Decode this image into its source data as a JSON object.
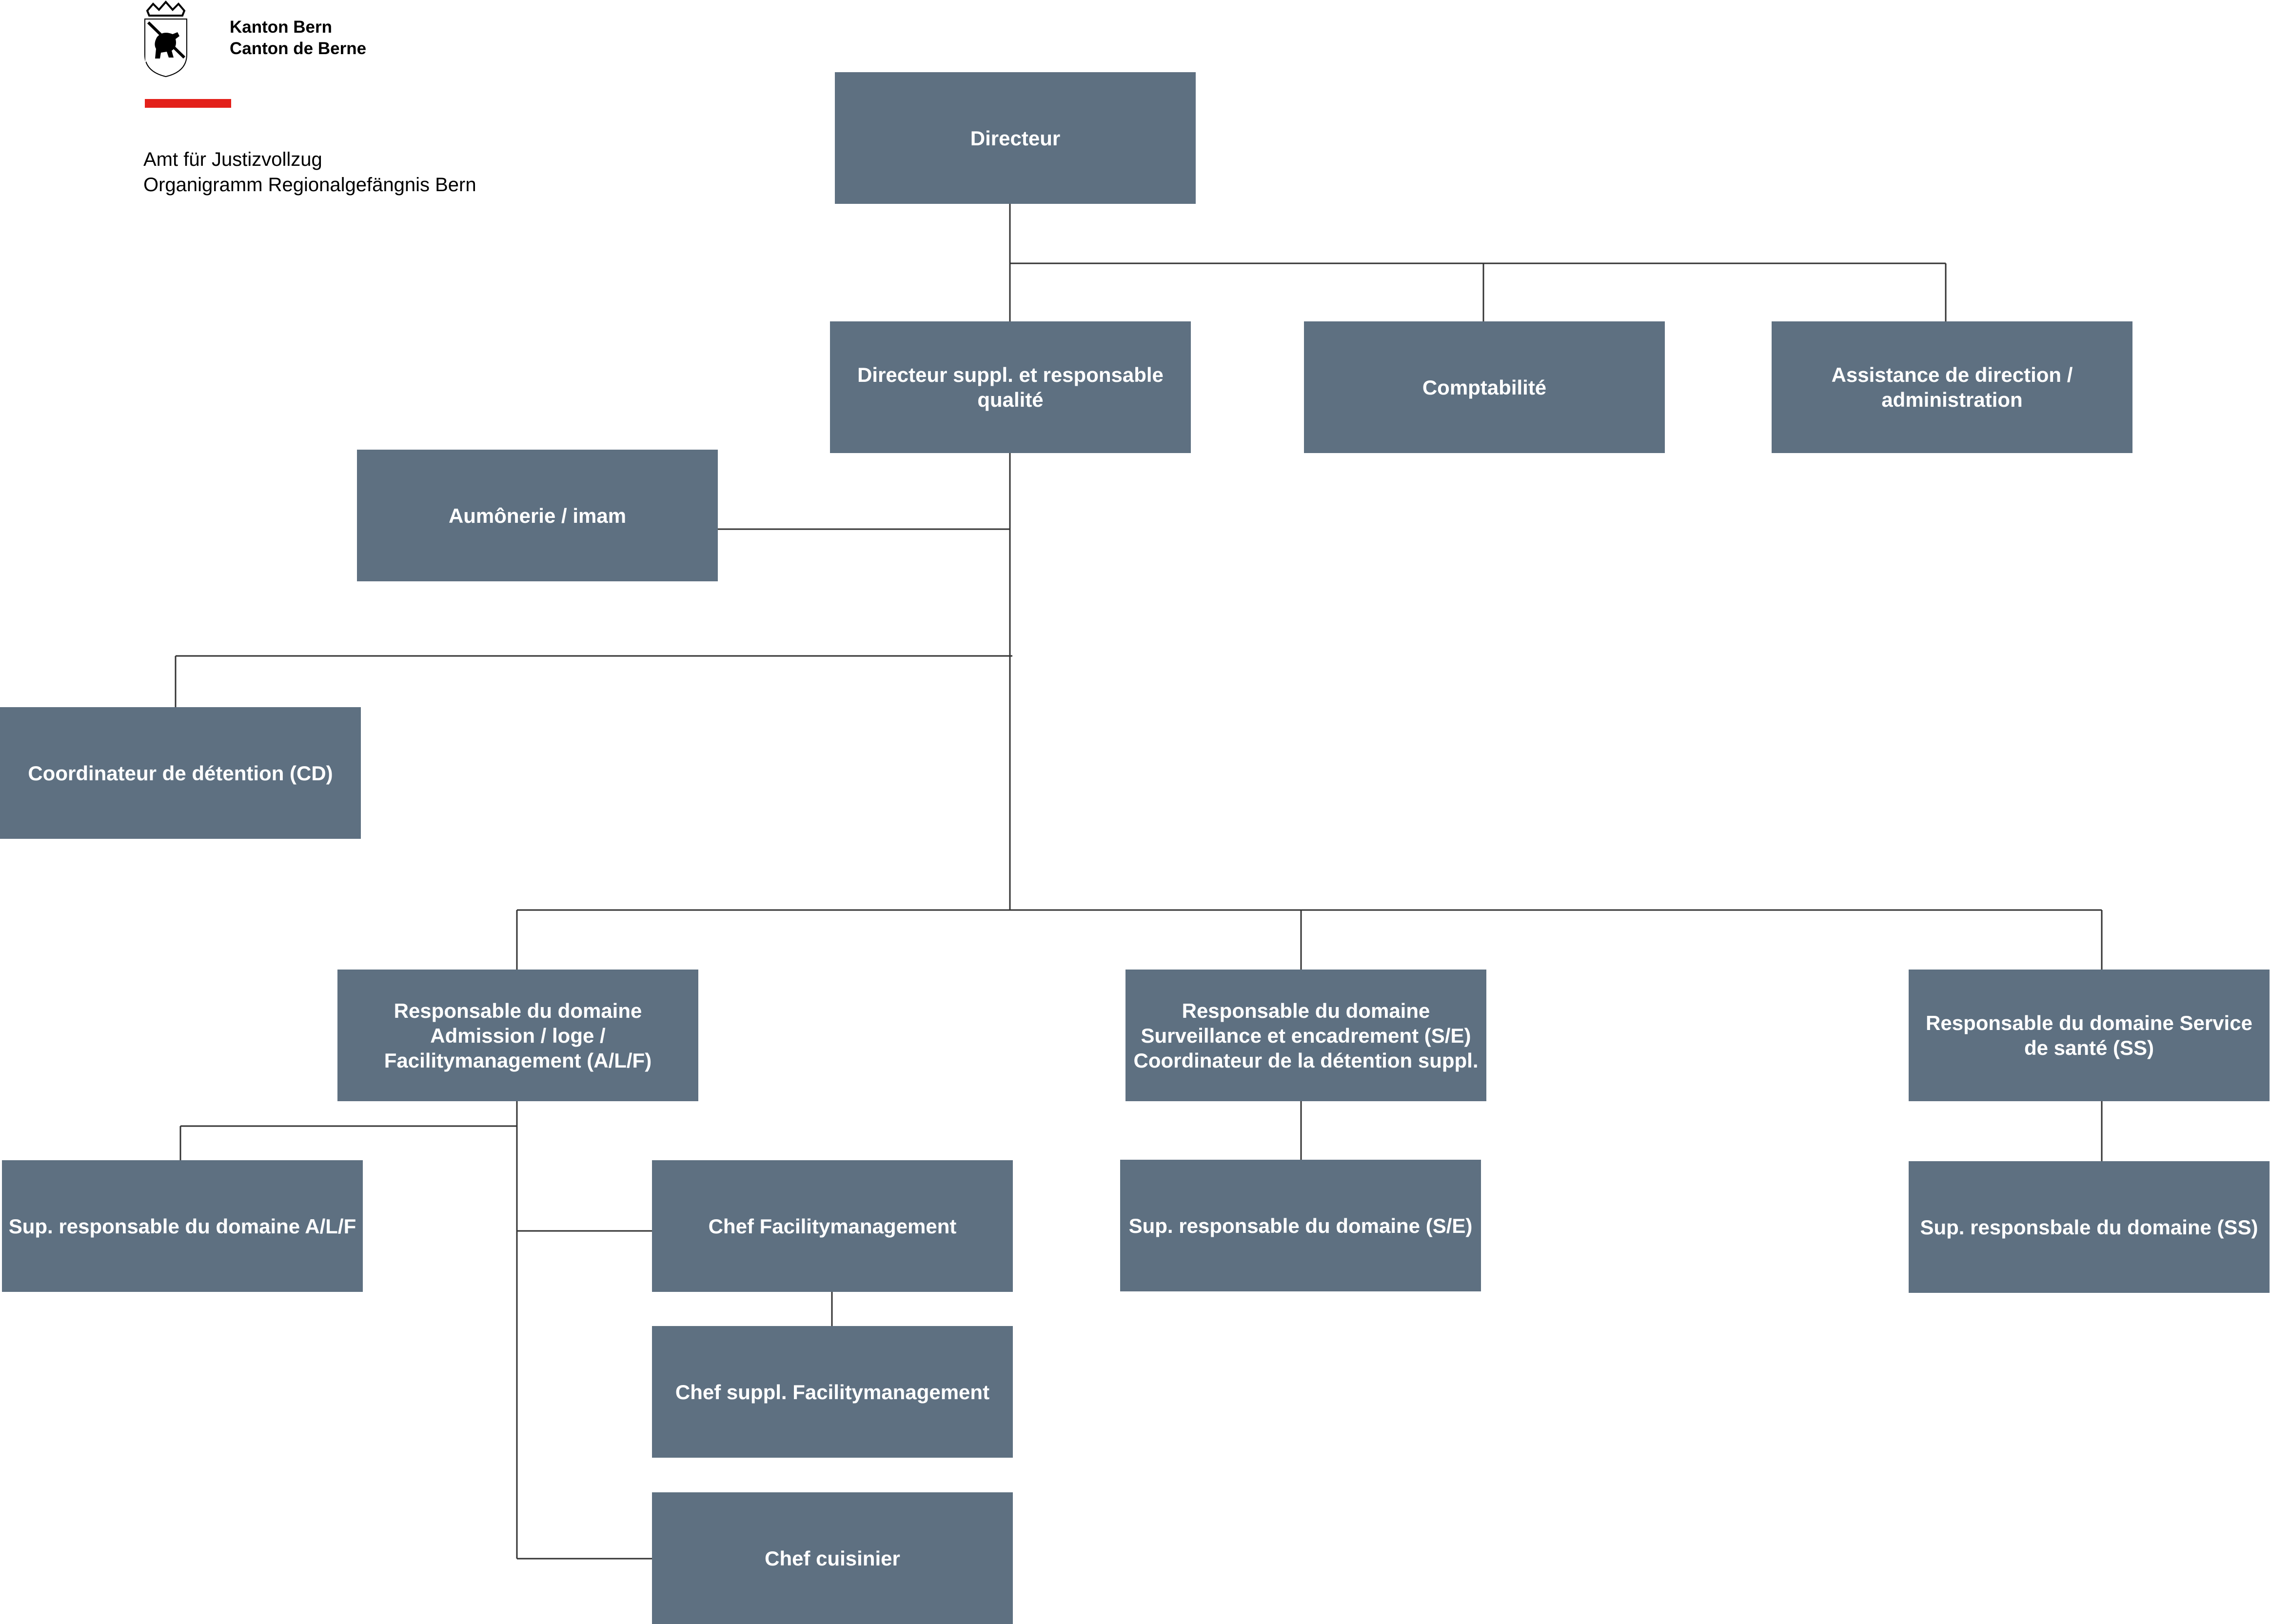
{
  "header": {
    "org_name_de": "Kanton Bern",
    "org_name_fr": "Canton de Berne",
    "office": "Amt für Justizvollzug",
    "chart_title": "Organigramm Regionalgefängnis Bern",
    "accent_color": "#e3201a"
  },
  "logo_icon": "bern-bear-coat-of-arms-icon",
  "box_color": "#5e7081",
  "org": {
    "directeur": "Directeur",
    "directeur_suppl": "Directeur suppl. et responsable\nqualité",
    "comptabilite": "Comptabilité",
    "assistance": "Assistance de direction /\nadministration",
    "aumonerie": "Aumônerie / imam",
    "coordinateur": "Coordinateur de détention (CD)",
    "resp_alf": "Responsable du domaine\nAdmission / loge /\nFacilitymanagement (A/L/F)",
    "resp_se": "Responsable du domaine\nSurveillance et encadrement (S/E)\nCoordinateur de la détention suppl.",
    "resp_ss": "Responsable du domaine Service\nde santé (SS)",
    "sup_alf": "Sup. responsable du domaine A/L/F",
    "chef_fm": "Chef Facilitymanagement",
    "chef_suppl_fm": "Chef suppl. Facilitymanagement",
    "chef_cuisinier": "Chef cuisinier",
    "sup_se": "Sup. responsable du domaine (S/E)",
    "sup_ss": "Sup. responsbale du domaine (SS)"
  }
}
